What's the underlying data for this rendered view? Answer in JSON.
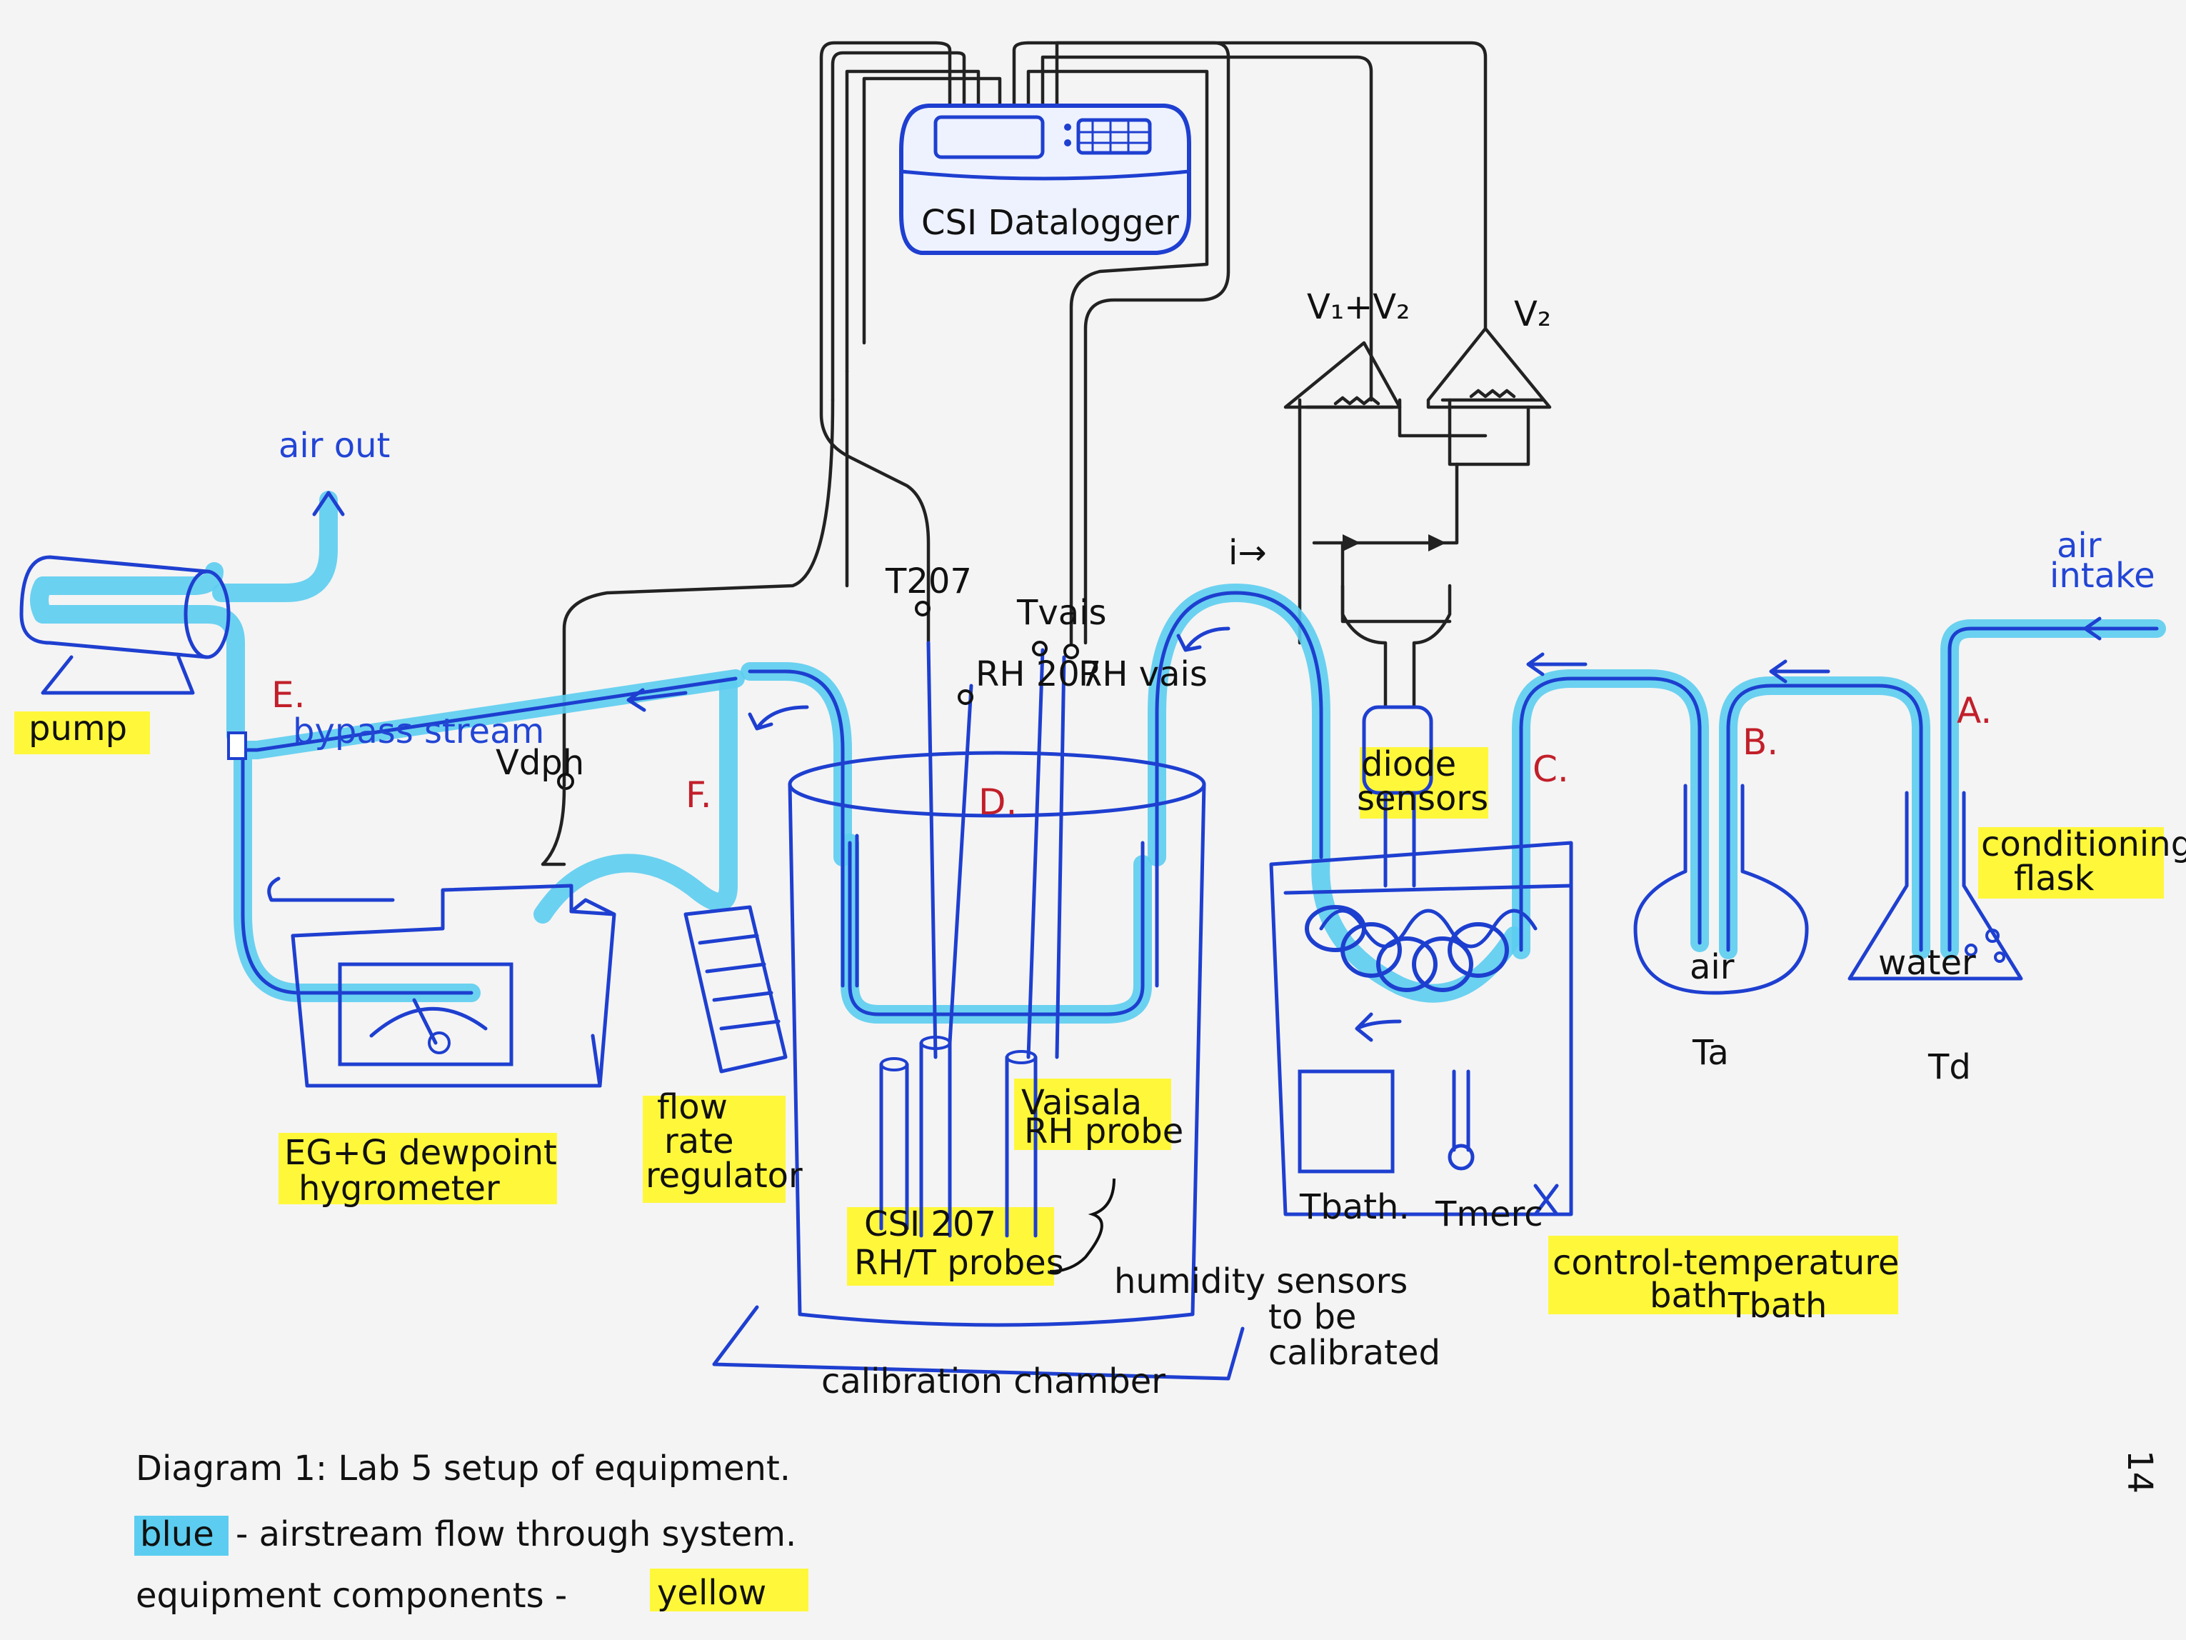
{
  "labels": {
    "datalogger": "CSI Datalogger",
    "amp1": "V₁+V₂",
    "amp2": "V₂",
    "current": "i→",
    "air_out": "air out",
    "air_intake_1": "air",
    "air_intake_2": "intake",
    "pump": "pump",
    "bypass": "bypass stream",
    "E": "E.",
    "F": "F.",
    "D": "D.",
    "C": "C.",
    "B": "B.",
    "A": "A.",
    "vdph": "Vdph",
    "t207": "T207",
    "rh207": "RH 207",
    "tvais": "Tvais",
    "rhvais": "RH vais",
    "diode_1": "diode",
    "diode_2": "sensors",
    "conditioning_1": "conditioning",
    "conditioning_2": "flask",
    "air_flask": "air",
    "water_flask": "water",
    "ta": "Ta",
    "td": "Td",
    "hygrometer_1": "EG+G dewpoint",
    "hygrometer_2": "hygrometer",
    "flow_1": "flow",
    "flow_2": "rate",
    "flow_3": "regulator",
    "csi207_1": "CSI 207",
    "csi207_2": "RH/T probes",
    "vaisala_1": "Vaisala",
    "vaisala_2": "RH probe",
    "humidity_1": "humidity sensors",
    "humidity_2": "to be",
    "humidity_3": "calibrated",
    "chamber": "calibration chamber",
    "tbath_small": "Tbath.",
    "tmerc": "Tmerc",
    "bath_1": "control-temperature",
    "bath_2": "bath",
    "bath_3": "Tbath",
    "page_number": "14"
  },
  "caption": {
    "line1": "Diagram 1: Lab 5 setup of equipment.",
    "line2_key": "blue",
    "line2_rest": "- airstream flow through system.",
    "line3_start": "equipment components -",
    "line3_key": "yellow"
  },
  "colors": {
    "airstream": "#5ccdf0",
    "ink_blue": "#1e3fd0",
    "highlight": "#fff83a",
    "red_labels": "#c21f2a"
  }
}
